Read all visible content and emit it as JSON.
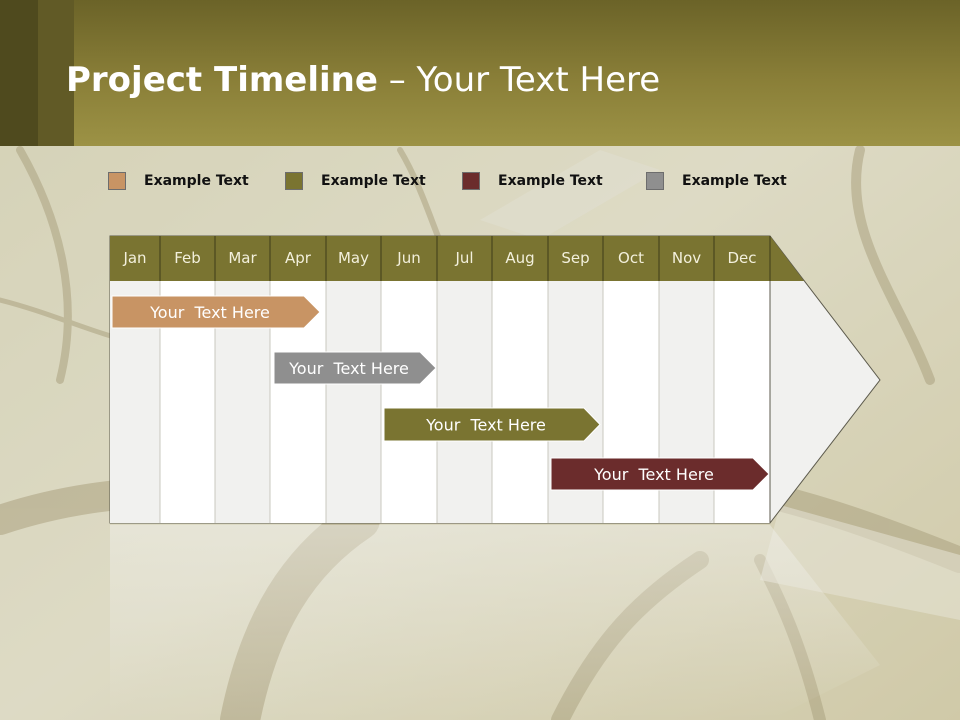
{
  "slide": {
    "title_bold": "Project Timeline",
    "title_rest": " – Your Text Here"
  },
  "legend": [
    {
      "label": "Example Text",
      "color": "#c89464"
    },
    {
      "label": "Example Text",
      "color": "#7a7431"
    },
    {
      "label": "Example Text",
      "color": "#6b2c2c"
    },
    {
      "label": "Example Text",
      "color": "#8f8f8f"
    }
  ],
  "timeline": {
    "header_color": "#7a7431",
    "months": [
      "Jan",
      "Feb",
      "Mar",
      "Apr",
      "May",
      "Jun",
      "Jul",
      "Aug",
      "Sep",
      "Oct",
      "Nov",
      "Dec"
    ],
    "tasks": [
      {
        "label": "Your  Text Here",
        "color": "#c89464"
      },
      {
        "label": "Your  Text Here",
        "color": "#8f8f8f"
      },
      {
        "label": "Your  Text Here",
        "color": "#7a7431"
      },
      {
        "label": "Your  Text Here",
        "color": "#6b2c2c"
      }
    ]
  }
}
